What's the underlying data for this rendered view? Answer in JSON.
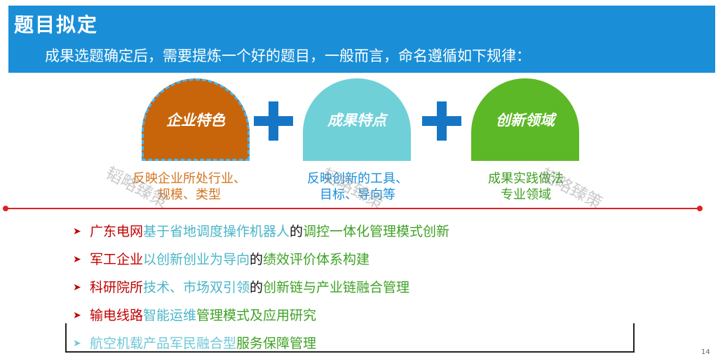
{
  "header": {
    "title": "题目拟定",
    "subtitle": "成果选题确定后，需要提炼一个好的题目，一般而言，命名遵循如下规律："
  },
  "bubbles": [
    {
      "label": "企业特色",
      "caption_line1": "反映企业所处行业、",
      "caption_line2": "规模、类型",
      "color": "#c8650b"
    },
    {
      "label": "成果特点",
      "caption_line1": "反映创新的工具、",
      "caption_line2": "目标、导向等",
      "color": "#6fd0d8"
    },
    {
      "label": "创新领域",
      "caption_line1": "成果实践做法",
      "caption_line2": "专业领域",
      "color": "#5cb826"
    }
  ],
  "examples": [
    {
      "arrow": "➤",
      "p1": "广东电网",
      "p2": "基于省地调度操作机器人",
      "p3": "的",
      "p4": "调控一体化管理模式创新"
    },
    {
      "arrow": "➤",
      "p1": "军工企业",
      "p2": "以创新创业为导向",
      "p3": "的",
      "p4": "绩效评价体系构建"
    },
    {
      "arrow": "➤",
      "p1": "科研院所",
      "p2": "技术、市场双引领",
      "p3": "的",
      "p4": "创新链与产业链融合管理"
    },
    {
      "arrow": "➤",
      "p1": "输电线路",
      "p2": "智能运维",
      "p3": "",
      "p4": "管理模式及应用研究"
    },
    {
      "arrow": "➤",
      "p1": "航空机载产品军民融合型",
      "p2": "",
      "p3": "",
      "p4": "服务保障管理"
    }
  ],
  "watermark": "韬略臻策",
  "page_number": "14",
  "colors": {
    "header_bg": "#1a8fd8",
    "plus": "#1576c6",
    "rule": "#e02020"
  }
}
